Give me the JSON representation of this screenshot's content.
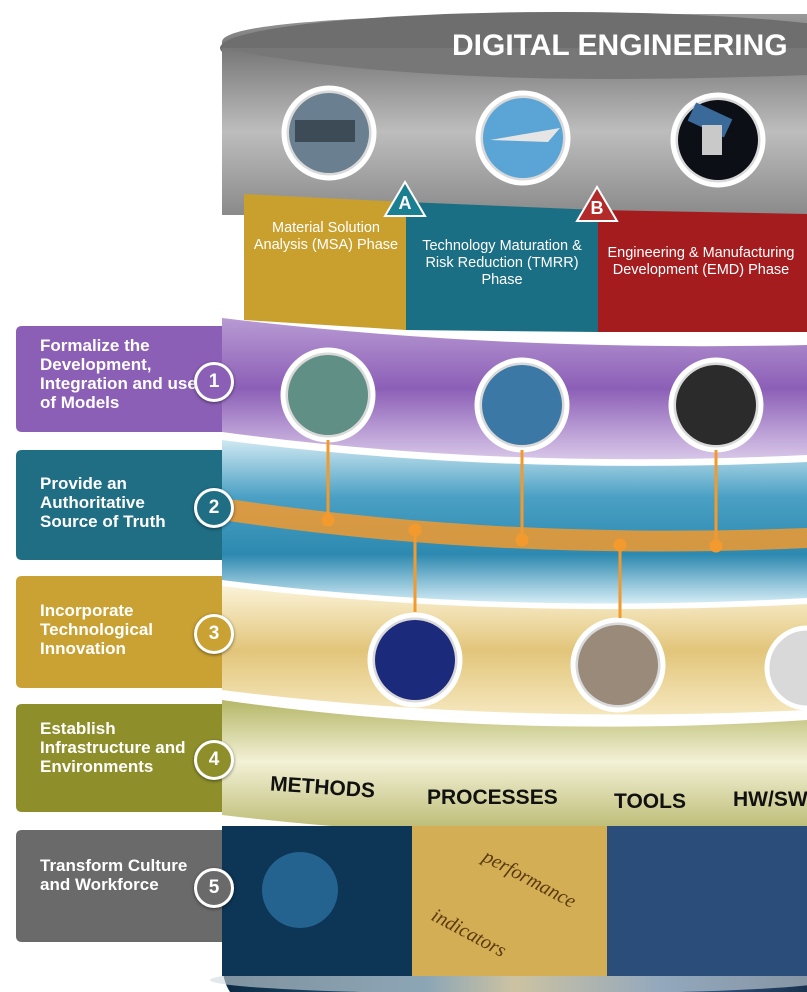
{
  "header": {
    "title": "DIGITAL ENGINEERING"
  },
  "phases": [
    {
      "label": "Material Solution Analysis (MSA) Phase"
    },
    {
      "label": "Technology Maturation & Risk Reduction (TMRR) Phase"
    },
    {
      "label": "Engineering & Manufacturing Development (EMD) Phase"
    }
  ],
  "milestones": {
    "a": "A",
    "b": "B"
  },
  "goals": [
    {
      "number": "1",
      "label": "Formalize the Development, Integration and use of Models",
      "color": "#8b5fb5"
    },
    {
      "number": "2",
      "label": "Provide an Authoritative Source of Truth",
      "color": "#1f6e84"
    },
    {
      "number": "3",
      "label": "Incorporate Technological Innovation",
      "color": "#c9a233"
    },
    {
      "number": "4",
      "label": "Establish Infrastructure and Environments",
      "color": "#8e8f2b"
    },
    {
      "number": "5",
      "label": "Transform Culture and Workforce",
      "color": "#6a6a6a"
    }
  ],
  "infrastructure": {
    "methods": "METHODS",
    "processes": "PROCESSES",
    "tools": "TOOLS",
    "hwsw": "HW/SW"
  },
  "overlay_words": {
    "word1": "performance",
    "word2": "indicators"
  },
  "colors": {
    "msa": "#c9a02e",
    "tmrr": "#1b6f85",
    "emd": "#a51c1f",
    "accent_orange": "#f29a2e"
  }
}
